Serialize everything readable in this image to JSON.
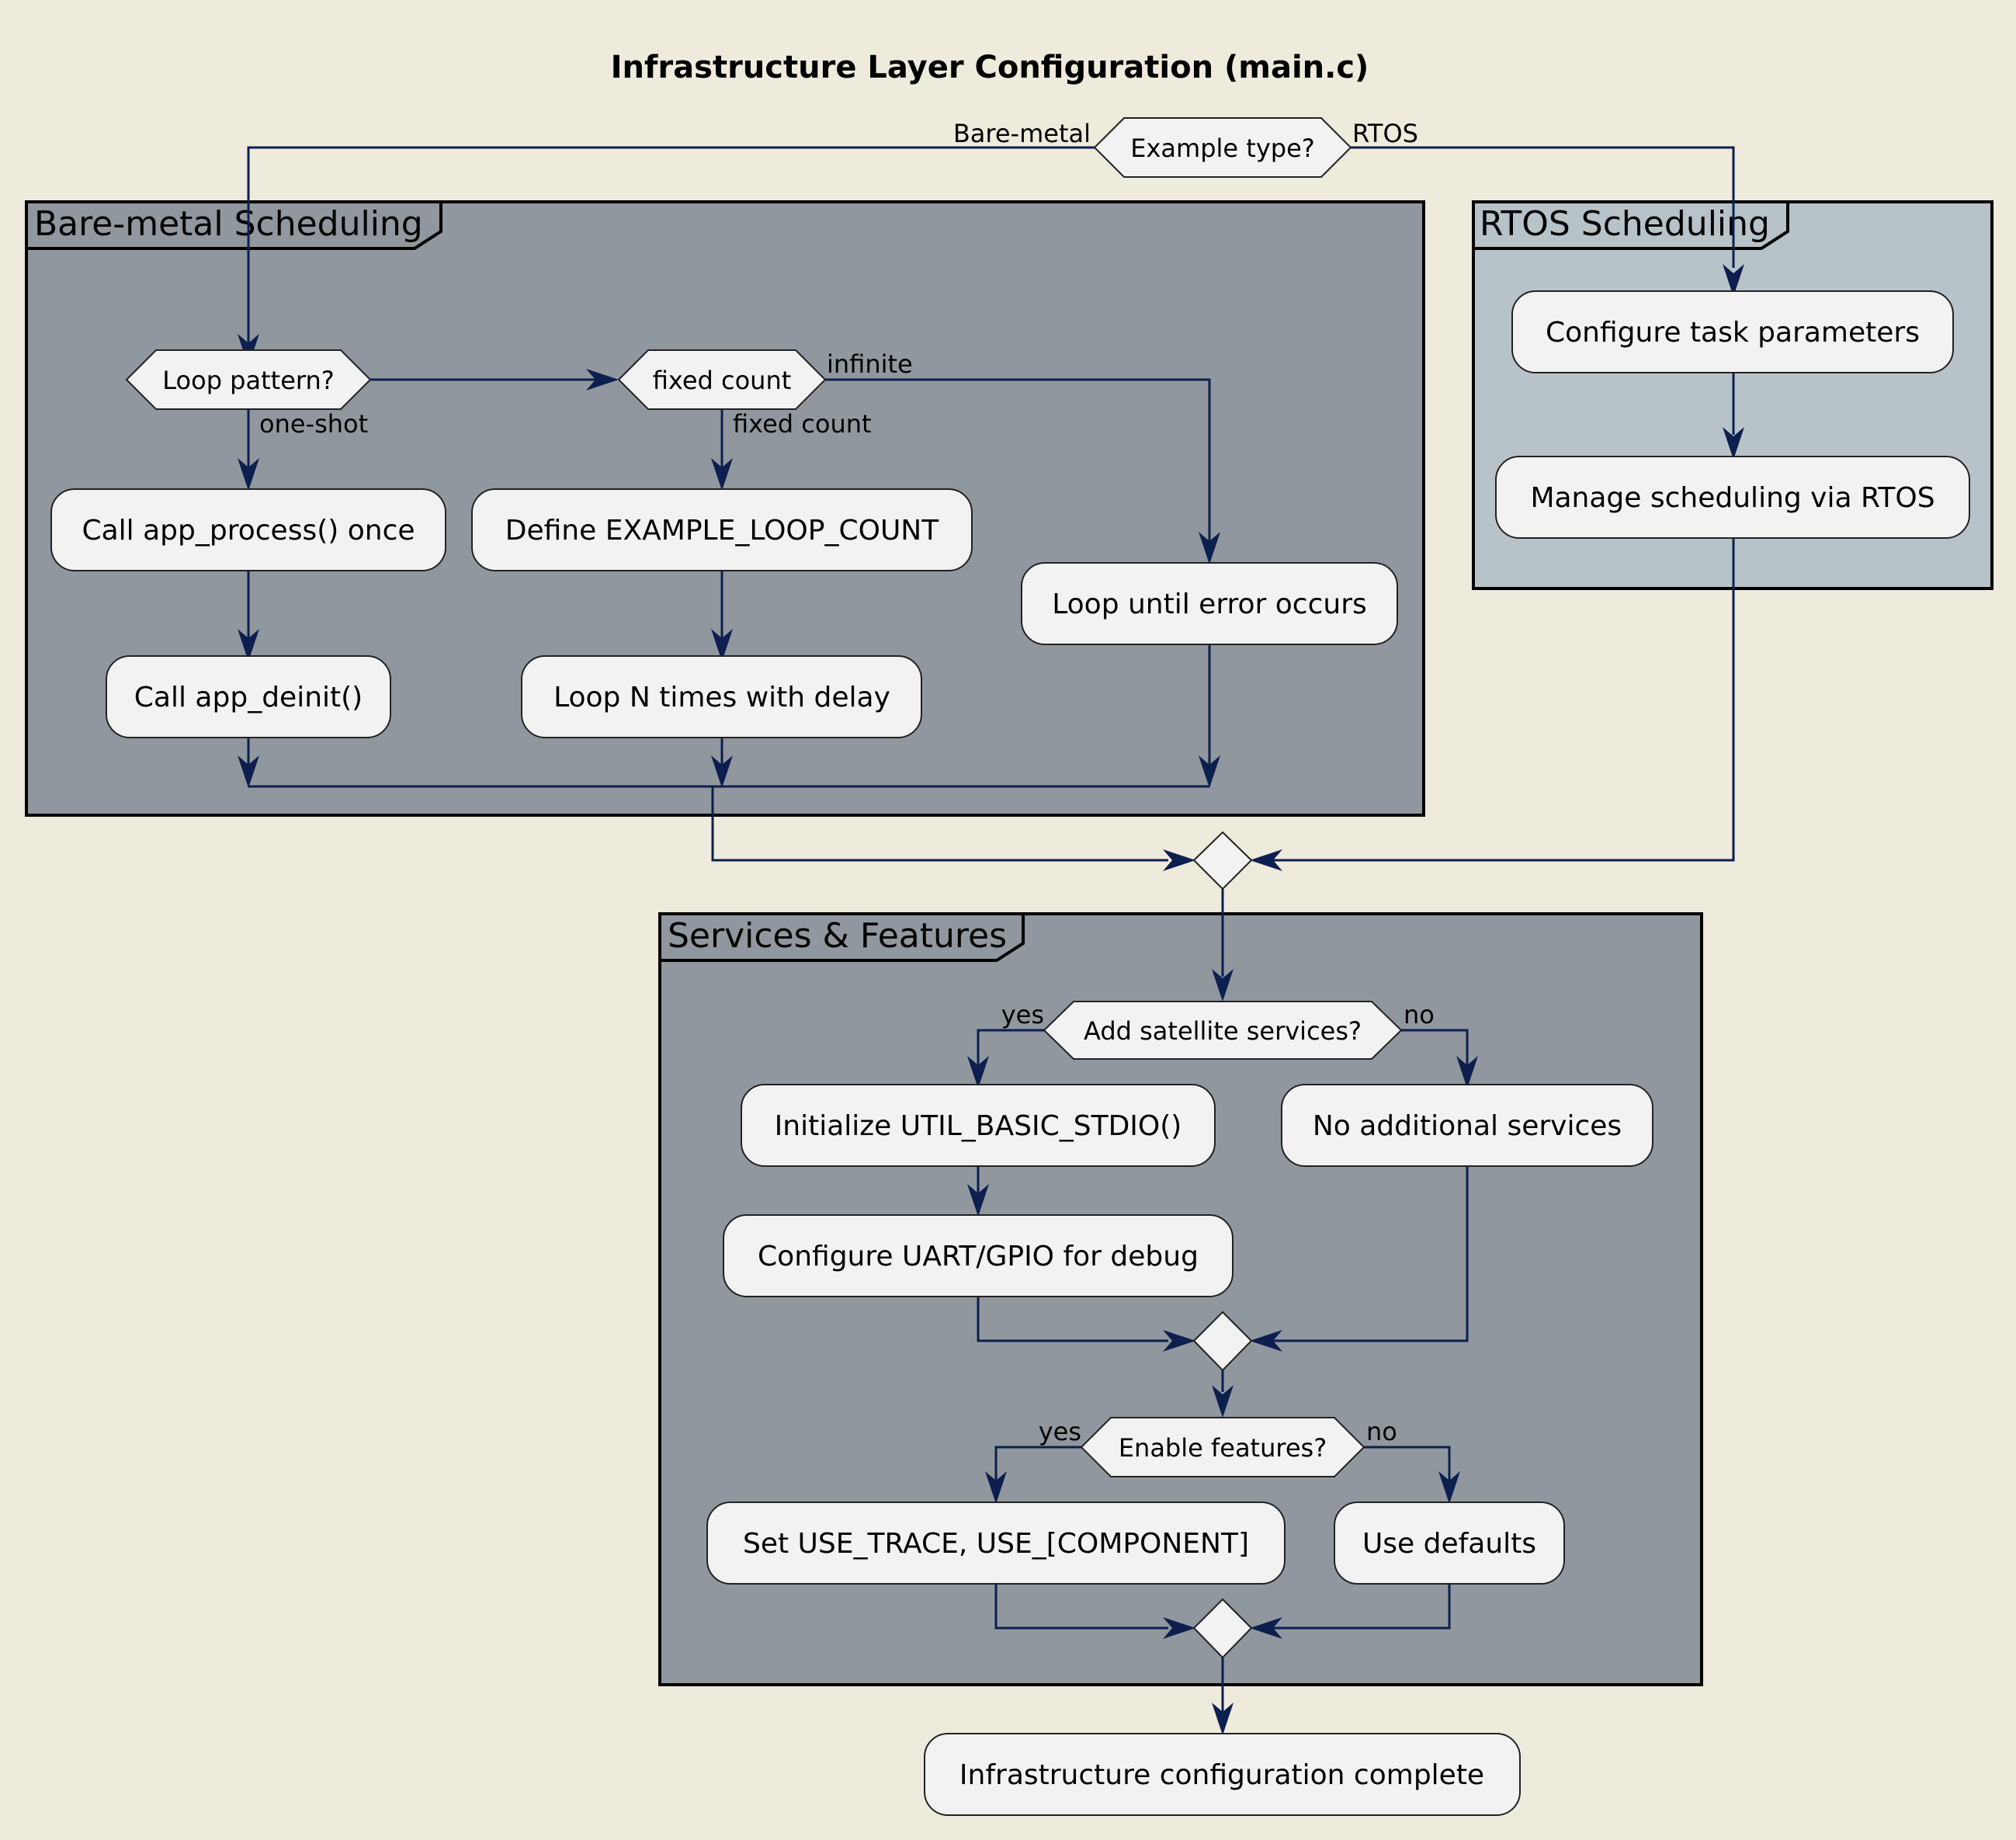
{
  "title": "Infrastructure Layer Configuration (main.c)",
  "colors": {
    "background": "#eeeadc",
    "frame_dark": "#90979e",
    "frame_light": "#b8c3c9",
    "node_fill": "#f2f2f2",
    "arrow": "#0c1f4e"
  },
  "frames": {
    "bare_metal": "Bare-metal Scheduling",
    "rtos": "RTOS Scheduling",
    "services": "Services & Features"
  },
  "decisions": {
    "example_type": "Example type?",
    "loop_pattern": "Loop pattern?",
    "fixed_count": "fixed count",
    "satellite": "Add satellite services?",
    "features": "Enable features?"
  },
  "activities": {
    "configure_task": "Configure task parameters",
    "manage_sched": "Manage scheduling via RTOS",
    "call_once": "Call app_process() once",
    "call_deinit": "Call app_deinit()",
    "define_loop": "Define EXAMPLE_LOOP_COUNT",
    "loop_n": "Loop N times with delay",
    "loop_error": "Loop until error occurs",
    "init_stdio": "Initialize UTIL_BASIC_STDIO()",
    "config_uart": "Configure UART/GPIO for debug",
    "no_services": "No additional services",
    "set_trace": "Set USE_TRACE, USE_[COMPONENT]",
    "use_defaults": "Use defaults",
    "complete": "Infrastructure configuration complete"
  },
  "labels": {
    "bare_metal": "Bare-metal",
    "rtos": "RTOS",
    "one_shot": "one-shot",
    "fixed_count": "fixed count",
    "infinite": "infinite",
    "sat_yes": "yes",
    "sat_no": "no",
    "feat_yes": "yes",
    "feat_no": "no"
  }
}
